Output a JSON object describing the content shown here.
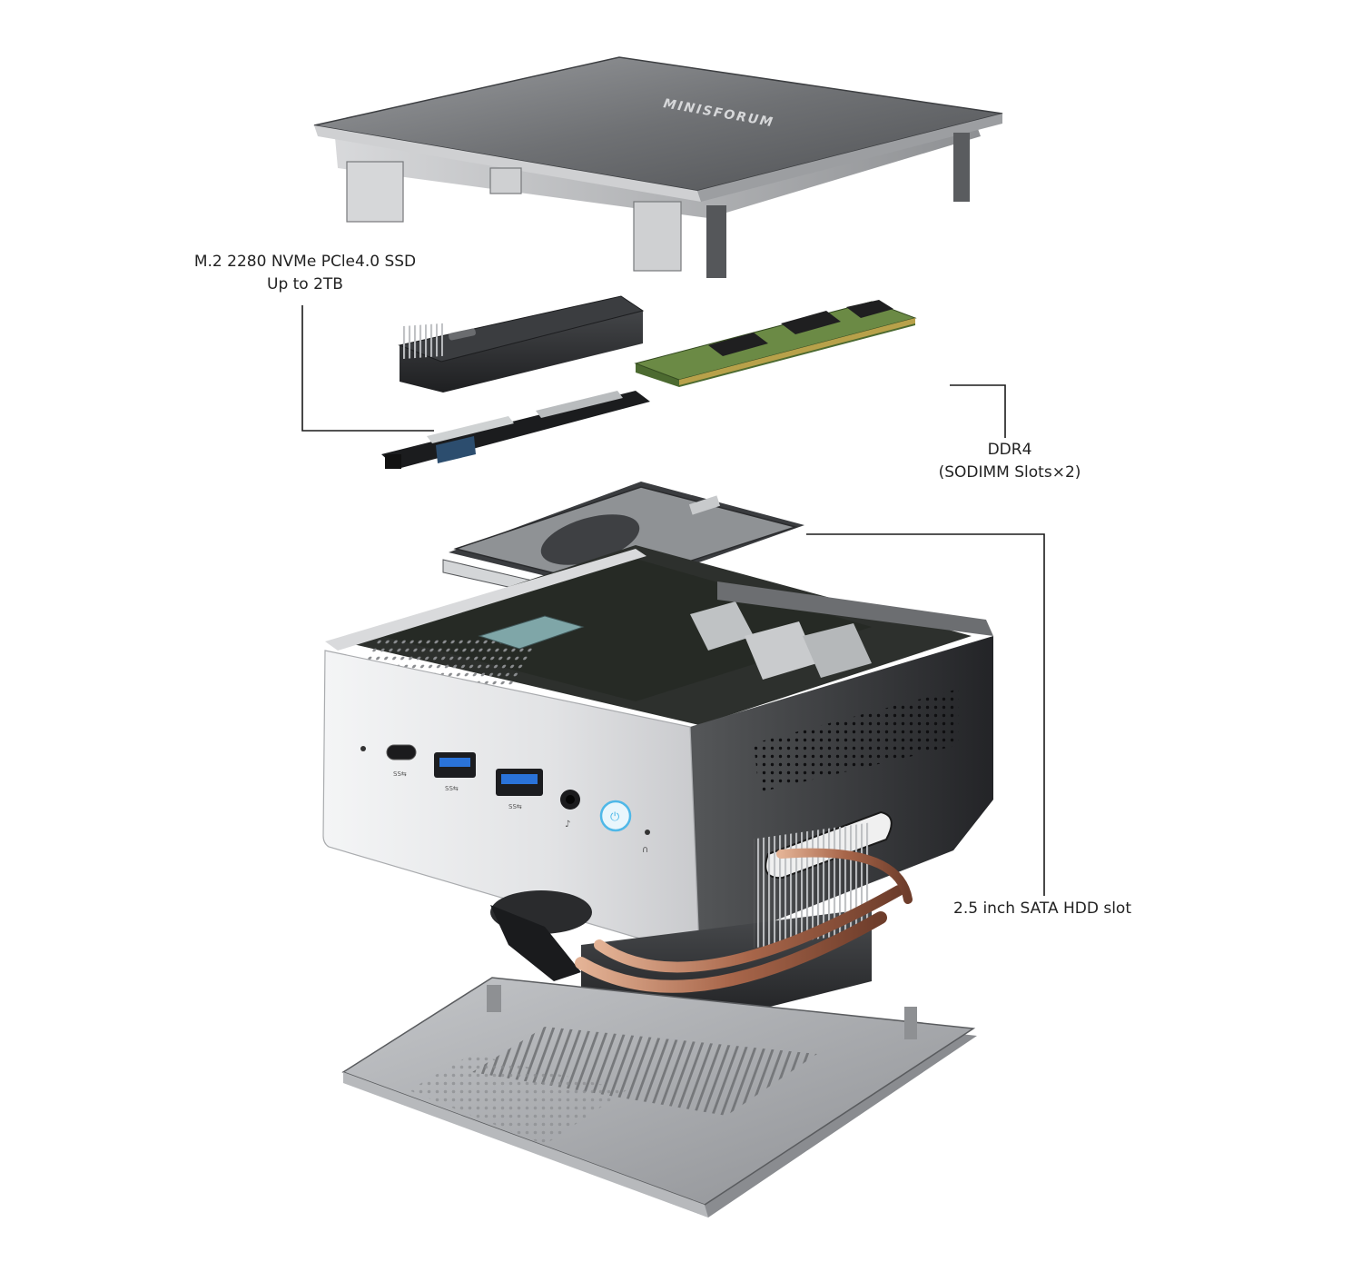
{
  "brand": {
    "lid_logo_text": "MINISFORUM"
  },
  "callouts": {
    "ssd": {
      "line1": "M.2 2280 NVMe PCle4.0 SSD",
      "line2": "Up to 2TB"
    },
    "ram": {
      "line1": "DDR4",
      "line2": "(SODIMM Slots×2)"
    },
    "hdd": {
      "line1": "2.5 inch SATA HDD slot"
    }
  },
  "front_panel": {
    "ports": [
      "usb-c-port",
      "usb-a-port",
      "usb-a-port",
      "audio-jack",
      "power-button"
    ],
    "usb_marks": [
      "SS⇆",
      "SS⇆",
      "SS⇆"
    ],
    "power_led_color": "#4fb8e8",
    "usb_port_color": "#2a73d9"
  },
  "colors": {
    "lid": "#7b7d80",
    "chassis_front": "#e9eaec",
    "chassis_side": "#2d2f33",
    "pcb": "#2b2f2a",
    "heatpipe": "#b87a58",
    "ram_pcb": "#5c7a3c",
    "base_plate": "#a4a6a9"
  }
}
